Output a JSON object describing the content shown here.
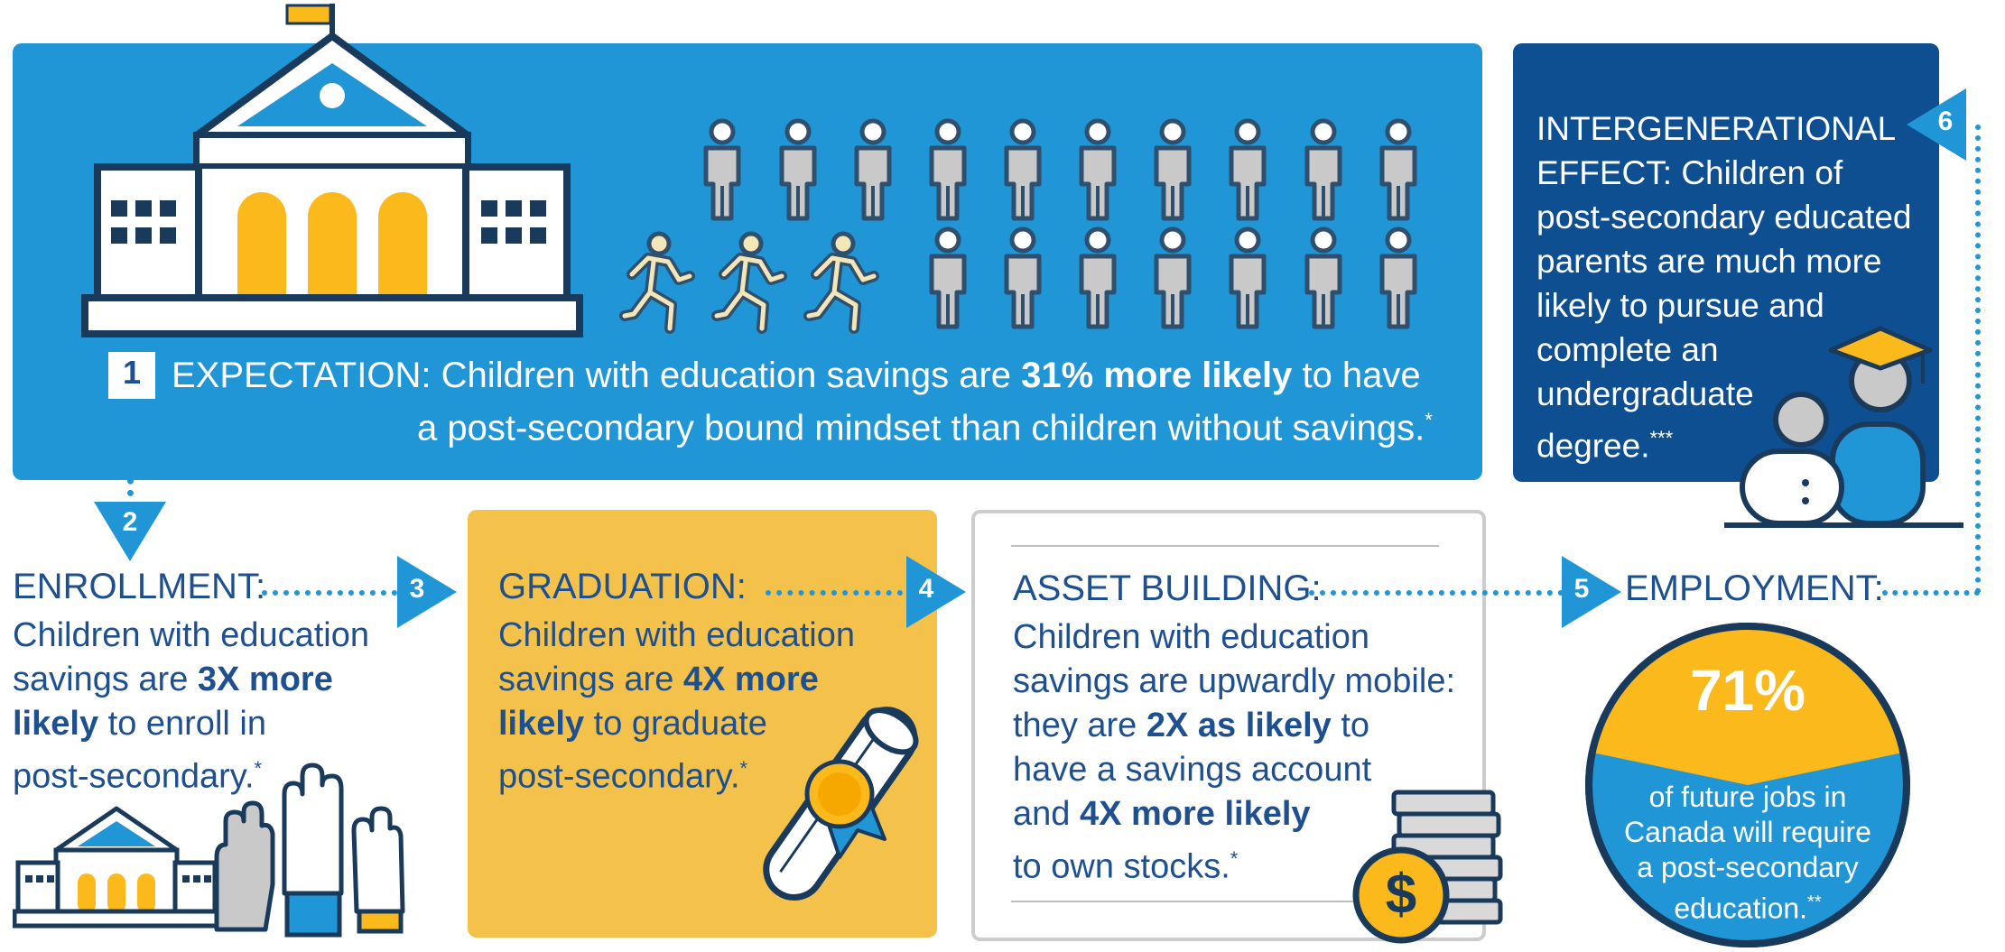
{
  "expectation": {
    "number": "1",
    "heading": "EXPECTATION:",
    "text_before": " Children with education savings are ",
    "highlight": "31% more likely",
    "text_after": " to have",
    "line2": "a post-secondary bound mindset than children without savings.",
    "footnote": "*"
  },
  "enrollment": {
    "number": "2",
    "heading": "ENROLLMENT:",
    "line1": "Children with education",
    "line2_before": "savings are ",
    "highlight1": "3X more",
    "highlight2": "likely",
    "line3_after": " to enroll in",
    "line4": "post-secondary.",
    "footnote": "*"
  },
  "graduation": {
    "number": "3",
    "heading": "GRADUATION:",
    "line1": "Children with education",
    "line2_before": "savings are ",
    "highlight1": "4X more",
    "highlight2": "likely",
    "line3_after": " to graduate",
    "line4": "post-secondary.",
    "footnote": "*"
  },
  "asset_building": {
    "number": "4",
    "heading": "ASSET BUILDING:",
    "line1": "Children with education",
    "line2": "savings are upwardly mobile:",
    "line3_before": "they are ",
    "highlight1": "2X as likely",
    "line3_after": " to",
    "line4": "have a savings account",
    "line5_before": "and ",
    "highlight2": "4X more likely",
    "line6": "to own stocks.",
    "footnote": "*"
  },
  "employment": {
    "number": "5",
    "heading": "EMPLOYMENT:",
    "percent": "71%",
    "line1": "of future jobs in",
    "line2": "Canada will require",
    "line3": "a post-secondary",
    "line4": "education.",
    "footnote": "**"
  },
  "intergenerational": {
    "number": "6",
    "line1": "INTERGENERATIONAL",
    "line2": "EFFECT: Children of",
    "line3": "post-secondary educated",
    "line4": "parents are much more",
    "line5": "likely to pursue and",
    "line6": "complete an",
    "line7": "undergraduate",
    "line8": "degree.",
    "footnote": "***"
  },
  "colors": {
    "light_blue": "#2196d6",
    "navy": "#0e4f92",
    "gold": "#f4c24a",
    "dark_text": "#1e4f8f",
    "yellow_accent": "#fbb91c"
  },
  "icons": [
    "school-building-icon",
    "person-standing-icon",
    "person-running-icon",
    "raised-hands-icon",
    "diploma-icon",
    "coins-dollar-icon",
    "graduate-parent-icon"
  ]
}
